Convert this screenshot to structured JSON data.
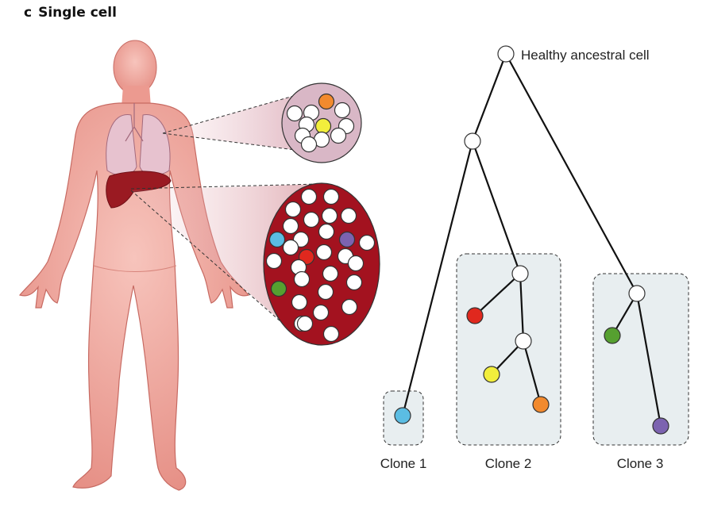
{
  "panel": {
    "letter": "c",
    "title": "Single cell"
  },
  "tree": {
    "root_label": "Healthy ancestral cell",
    "clones": [
      {
        "label": "Clone 1",
        "cells": [
          "blue"
        ]
      },
      {
        "label": "Clone 2",
        "cells": [
          "red",
          "yellow",
          "orange"
        ]
      },
      {
        "label": "Clone 3",
        "cells": [
          "green",
          "purple"
        ]
      }
    ]
  },
  "tissues": [
    {
      "organ": "lung",
      "labelled_cells": [
        "orange",
        "yellow"
      ]
    },
    {
      "organ": "liver",
      "labelled_cells": [
        "blue",
        "purple",
        "red",
        "green"
      ]
    }
  ],
  "colors": {
    "blue": "#5bbde3",
    "red": "#e0281e",
    "yellow": "#f2ee3c",
    "orange": "#f28a2e",
    "green": "#56a030",
    "purple": "#7c63b0",
    "node_white": "#ffffff",
    "clone_box": "#e8eef0",
    "skin": "#ef9f96",
    "liver": "#9a1a22",
    "lung_bubble": "#d9b7c6",
    "liver_bubble": "#a3121f"
  }
}
